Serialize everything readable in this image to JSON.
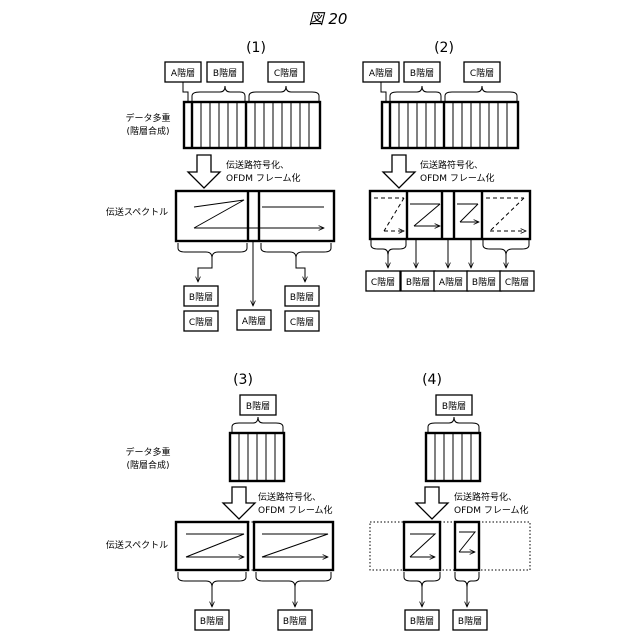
{
  "figure_title": "図 20",
  "panels": [
    {
      "number": "(1)",
      "layers": {
        "a": "A階層",
        "b": "B階層",
        "c": "C階層"
      },
      "outputs": [
        "B階層",
        "C階層",
        "A階層",
        "B階層",
        "C階層"
      ]
    },
    {
      "number": "(2)",
      "layers": {
        "a": "A階層",
        "b": "B階層",
        "c": "C階層"
      },
      "outputs": [
        "C階層",
        "B階層",
        "A階層",
        "B階層",
        "C階層"
      ]
    },
    {
      "number": "(3)",
      "layers": {
        "b": "B階層"
      },
      "outputs": [
        "B階層",
        "B階層"
      ]
    },
    {
      "number": "(4)",
      "layers": {
        "b": "B階層"
      },
      "outputs": [
        "B階層",
        "B階層"
      ]
    }
  ],
  "labels": {
    "data_mux_line1": "データ多重",
    "data_mux_line2": "(階層合成)",
    "coding_line1": "伝送路符号化、",
    "coding_line2": "OFDM フレーム化",
    "spectrum": "伝送スペクトル"
  }
}
